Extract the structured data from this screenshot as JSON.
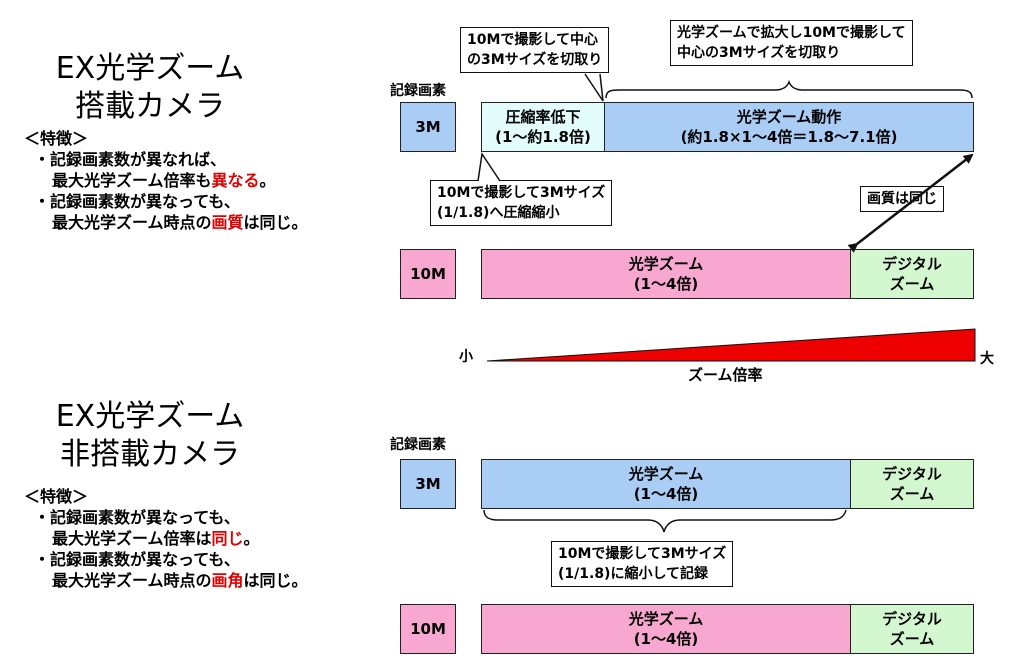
{
  "colors": {
    "pink": "#f8a8d0",
    "blue": "#a9cdf5",
    "green": "#d3f7cf",
    "cyan": "#e3fdfd",
    "red_emphasis": "#e00000",
    "wedge": "#ee0000"
  },
  "top": {
    "title_line1": "EX光学ズーム",
    "title_line2": "搭載カメラ",
    "features_heading": "＜特徴＞",
    "f1_line1": "・記録画素数が異なれば、",
    "f1_line2_pre": "最大光学ズーム倍率も",
    "f1_line2_em": "異なる",
    "f1_line2_post": "。",
    "f2_line1": "・記録画素数が異なっても、",
    "f2_line2_pre": "最大光学ズーム時点の",
    "f2_line2_em": "画質",
    "f2_line2_post": "は同じ。",
    "pixels_label": "記録画素",
    "row3m_label": "3M",
    "row10m_label": "10M",
    "compress_line1": "圧縮率低下",
    "compress_line2": "(1～約1.8倍)",
    "optical_op_line1": "光学ズーム動作",
    "optical_op_line2": "(約1.8×1～4倍＝1.8～7.1倍)",
    "optical_line1": "光学ズーム",
    "optical_line2": "(1～4倍)",
    "digital_line1": "デジタル",
    "digital_line2": "ズーム",
    "note_crop_line1": "10Mで撮影して中心",
    "note_crop_line2": "の3Mサイズを切取り",
    "note_zoomcrop_line1": "光学ズームで拡大し10Mで撮影して",
    "note_zoomcrop_line2": "中心の3Mサイズを切取り",
    "note_shrink_line1": "10Mで撮影して3Mサイズ",
    "note_shrink_line2": "(1/1.8)へ圧縮縮小",
    "note_same_quality": "画質は同じ"
  },
  "scale": {
    "small": "小",
    "large": "大",
    "label": "ズーム倍率"
  },
  "bottom": {
    "title_line1": "EX光学ズーム",
    "title_line2": "非搭載カメラ",
    "features_heading": "＜特徴＞",
    "f1_line1": "・記録画素数が異なっても、",
    "f1_line2_pre": "最大光学ズーム倍率は",
    "f1_line2_em": "同じ",
    "f1_line2_post": "。",
    "f2_line1": "・記録画素数が異なっても、",
    "f2_line2_pre": "最大光学ズーム時点の",
    "f2_line2_em": "画角",
    "f2_line2_post": "は同じ。",
    "pixels_label": "記録画素",
    "row3m_label": "3M",
    "row10m_label": "10M",
    "optical_line1": "光学ズーム",
    "optical_line2": "(1～4倍)",
    "digital_line1": "デジタル",
    "digital_line2": "ズーム",
    "note_line1": "10Mで撮影して3Mサイズ",
    "note_line2": "(1/1.8)に縮小して記録"
  }
}
